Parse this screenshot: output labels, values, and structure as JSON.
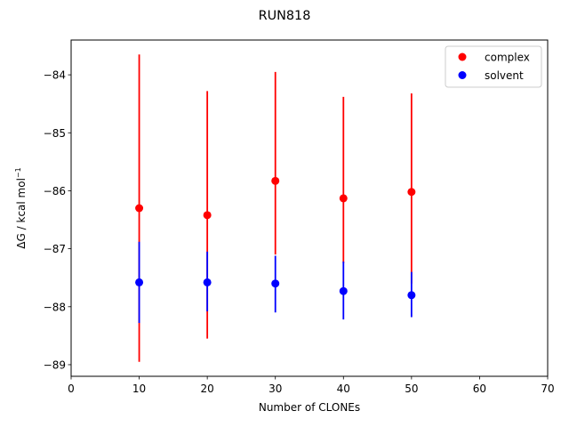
{
  "chart_data": {
    "type": "scatter",
    "title": "RUN818",
    "xlabel": "Number of CLONEs",
    "ylabel": "ΔG / kcal mol",
    "ylabel_superscript": "−1",
    "xlim": [
      0,
      70
    ],
    "ylim": [
      -89.2,
      -83.4
    ],
    "xticks": [
      0,
      10,
      20,
      30,
      40,
      50,
      60,
      70
    ],
    "yticks": [
      -89,
      -88,
      -87,
      -86,
      -85,
      -84
    ],
    "tick_labels_x": [
      "0",
      "10",
      "20",
      "30",
      "40",
      "50",
      "60",
      "70"
    ],
    "tick_labels_y": [
      "−89",
      "−88",
      "−87",
      "−86",
      "−85",
      "−84"
    ],
    "legend_position": "top-right",
    "grid": false,
    "series": [
      {
        "name": "complex",
        "color": "#ff0000",
        "x": [
          10,
          20,
          30,
          40,
          50
        ],
        "y": [
          -86.3,
          -86.42,
          -85.83,
          -86.13,
          -86.02
        ],
        "err_low": [
          -88.95,
          -88.55,
          -87.1,
          -87.25,
          -87.6
        ],
        "err_high": [
          -83.65,
          -84.28,
          -83.95,
          -84.38,
          -84.32
        ]
      },
      {
        "name": "solvent",
        "color": "#0000ff",
        "x": [
          10,
          20,
          30,
          40,
          50
        ],
        "y": [
          -87.58,
          -87.58,
          -87.6,
          -87.73,
          -87.8
        ],
        "err_low": [
          -88.28,
          -88.08,
          -88.1,
          -88.22,
          -88.18
        ],
        "err_high": [
          -86.88,
          -87.05,
          -87.12,
          -87.22,
          -87.4
        ]
      }
    ]
  }
}
